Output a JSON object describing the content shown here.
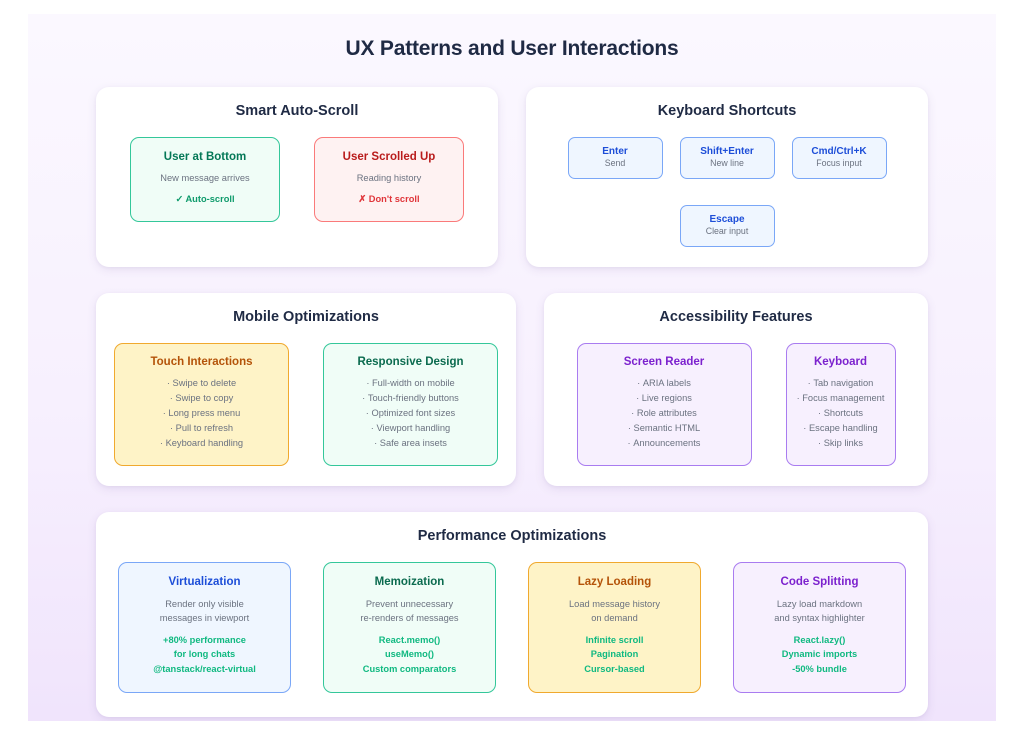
{
  "header": {
    "title": "UX Patterns and User Interactions"
  },
  "panels": {
    "auto_scroll": {
      "title": "Smart Auto-Scroll",
      "boxes": [
        {
          "title": "User at Bottom",
          "sub": "New message arrives",
          "accent": "✓ Auto-scroll"
        },
        {
          "title": "User Scrolled Up",
          "sub": "Reading history",
          "accent": "✗ Don't scroll"
        }
      ]
    },
    "keyboard_shortcuts": {
      "title": "Keyboard Shortcuts",
      "keys": [
        {
          "name": "Enter",
          "desc": "Send"
        },
        {
          "name": "Shift+Enter",
          "desc": "New line"
        },
        {
          "name": "Cmd/Ctrl+K",
          "desc": "Focus input"
        },
        {
          "name": "Escape",
          "desc": "Clear input"
        }
      ]
    },
    "mobile": {
      "title": "Mobile Optimizations",
      "boxes": [
        {
          "title": "Touch Interactions",
          "items": [
            "Swipe to delete",
            "Swipe to copy",
            "Long press menu",
            "Pull to refresh",
            "Keyboard handling"
          ]
        },
        {
          "title": "Responsive Design",
          "items": [
            "Full-width on mobile",
            "Touch-friendly buttons",
            "Optimized font sizes",
            "Viewport handling",
            "Safe area insets"
          ]
        }
      ]
    },
    "accessibility": {
      "title": "Accessibility Features",
      "boxes": [
        {
          "title": "Screen Reader",
          "items": [
            "ARIA labels",
            "Live regions",
            "Role attributes",
            "Semantic HTML",
            "Announcements"
          ]
        },
        {
          "title": "Keyboard",
          "items": [
            "Tab navigation",
            "Focus management",
            "Shortcuts",
            "Escape handling",
            "Skip links"
          ]
        }
      ]
    },
    "performance": {
      "title": "Performance Optimizations",
      "boxes": [
        {
          "title": "Virtualization",
          "sub_lines": [
            "Render only visible",
            "messages in viewport"
          ],
          "accent_lines": [
            "+80% performance",
            "for long chats",
            "@tanstack/react-virtual"
          ]
        },
        {
          "title": "Memoization",
          "sub_lines": [
            "Prevent unnecessary",
            "re-renders of messages"
          ],
          "accent_lines": [
            "React.memo()",
            "useMemo()",
            "Custom comparators"
          ]
        },
        {
          "title": "Lazy Loading",
          "sub_lines": [
            "Load message history",
            "on demand"
          ],
          "accent_lines": [
            "Infinite scroll",
            "Pagination",
            "Cursor-based"
          ]
        },
        {
          "title": "Code Splitting",
          "sub_lines": [
            "Lazy load markdown",
            "and syntax highlighter"
          ],
          "accent_lines": [
            "React.lazy()",
            "Dynamic imports",
            "-50% bundle"
          ]
        }
      ]
    }
  },
  "colors": {
    "page_bg_top": "#fbf8ff",
    "page_bg_bottom": "#f0e4fc",
    "title_color": "#1f2a44",
    "green": "#34c79a",
    "red": "#fa7a7a",
    "blue": "#7aa7f7",
    "amber": "#f0a92e",
    "purple": "#a97cf0",
    "accent_green": "#10b981",
    "muted_text": "#6b7280"
  }
}
